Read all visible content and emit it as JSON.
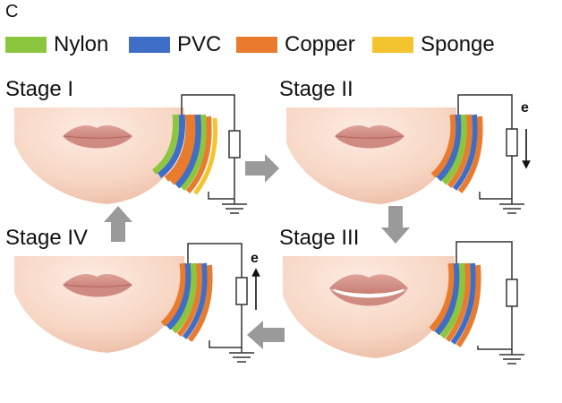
{
  "panel_label": "C",
  "legend": [
    {
      "label": "Nylon",
      "color": "#8cc63f"
    },
    {
      "label": "PVC",
      "color": "#3f6ec6"
    },
    {
      "label": "Copper",
      "color": "#e87b2e"
    },
    {
      "label": "Sponge",
      "color": "#f4c430"
    }
  ],
  "stages": [
    {
      "label": "Stage I",
      "mouth": "closed",
      "current": false
    },
    {
      "label": "Stage II",
      "mouth": "closed",
      "current": true,
      "electron_label": "e",
      "current_direction": "down"
    },
    {
      "label": "Stage III",
      "mouth": "open",
      "current": false
    },
    {
      "label": "Stage IV",
      "mouth": "closed",
      "current": true,
      "electron_label": "e",
      "current_direction": "up"
    }
  ],
  "colors": {
    "skin_light": "#fbe3d5",
    "skin_mid": "#f2c7b0",
    "lip": "#d98e86",
    "arrow": "#9a9a9a",
    "circuit": "#333333"
  }
}
